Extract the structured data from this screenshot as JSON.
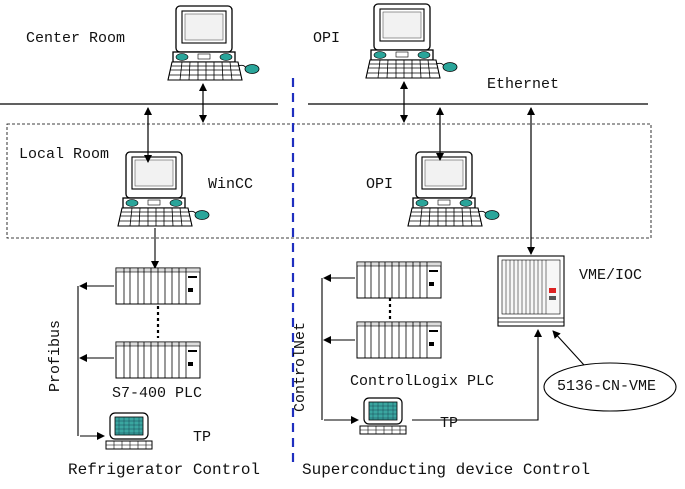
{
  "labels": {
    "center_room": "Center Room",
    "opi_top": "OPI",
    "ethernet": "Ethernet",
    "local_room": "Local Room",
    "wincc": "WinCC",
    "opi_local": "OPI",
    "vme_ioc": "VME/IOC",
    "profibus": "Profibus",
    "controlnet": "ControlNet",
    "s7_plc": "S7-400 PLC",
    "controllogix_plc": "ControlLogix PLC",
    "tp_left": "TP",
    "tp_right": "TP",
    "cn_vme": "5136-CN-VME",
    "refrigerator_control": "Refrigerator Control",
    "superconducting_control": "Superconducting device Control"
  },
  "colors": {
    "line": "#000000",
    "divider": "#1f2fbf",
    "screen_face": "#f2f2f2",
    "tp_screen": "#3aa6a0",
    "knob": "#2aa59a"
  },
  "icons": {
    "computer": "desktop-computer-icon",
    "plc": "plc-rack-icon",
    "terminal": "touch-panel-icon",
    "vme": "vme-crate-icon"
  }
}
